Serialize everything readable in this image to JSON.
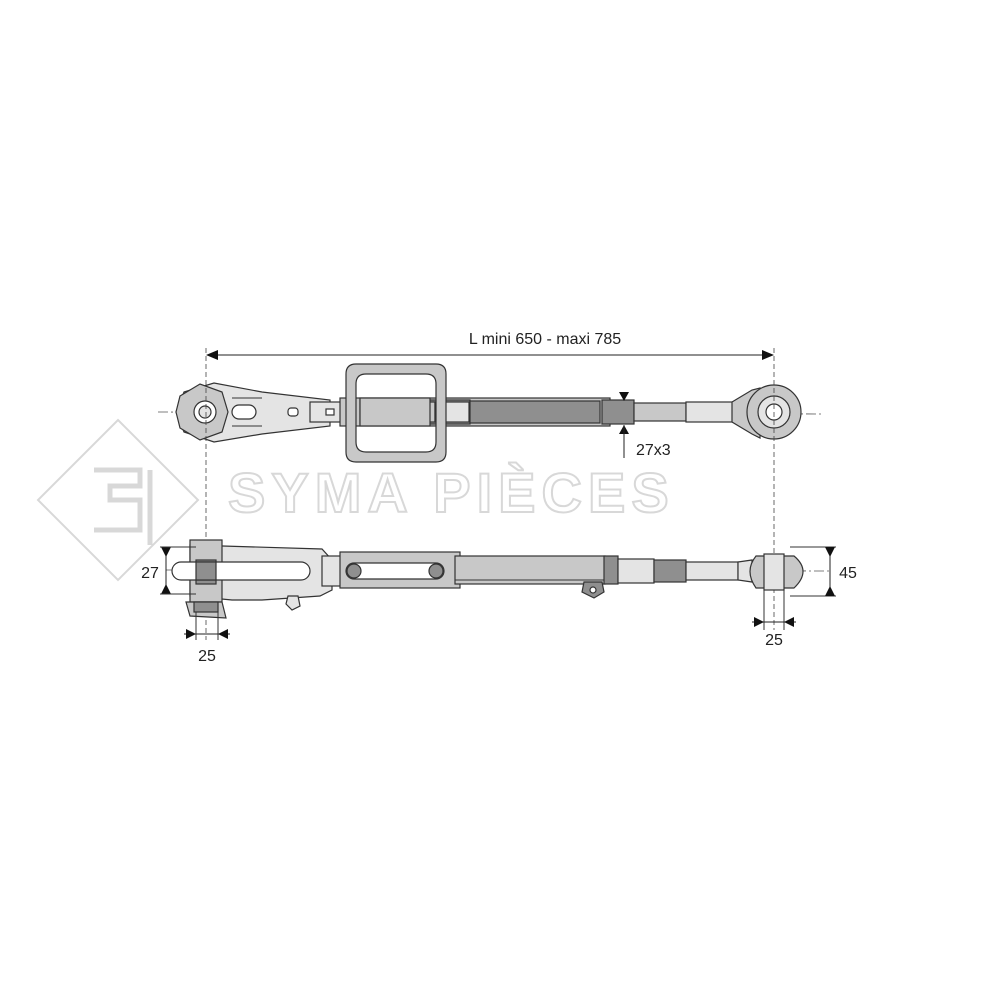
{
  "watermark": {
    "brand": "SYMA PIÈCES"
  },
  "dimensions": {
    "length": "L mini 650 - maxi 785",
    "thread": "27x3",
    "left_ball_width": "27",
    "left_pin": "25",
    "right_ball_height": "45",
    "right_pin": "25"
  },
  "colors": {
    "part_light": "#e4e4e4",
    "part_mid": "#c8c8c8",
    "part_dark": "#8f8f8f",
    "outline": "#333333",
    "watermark": "#d8d8d8"
  }
}
